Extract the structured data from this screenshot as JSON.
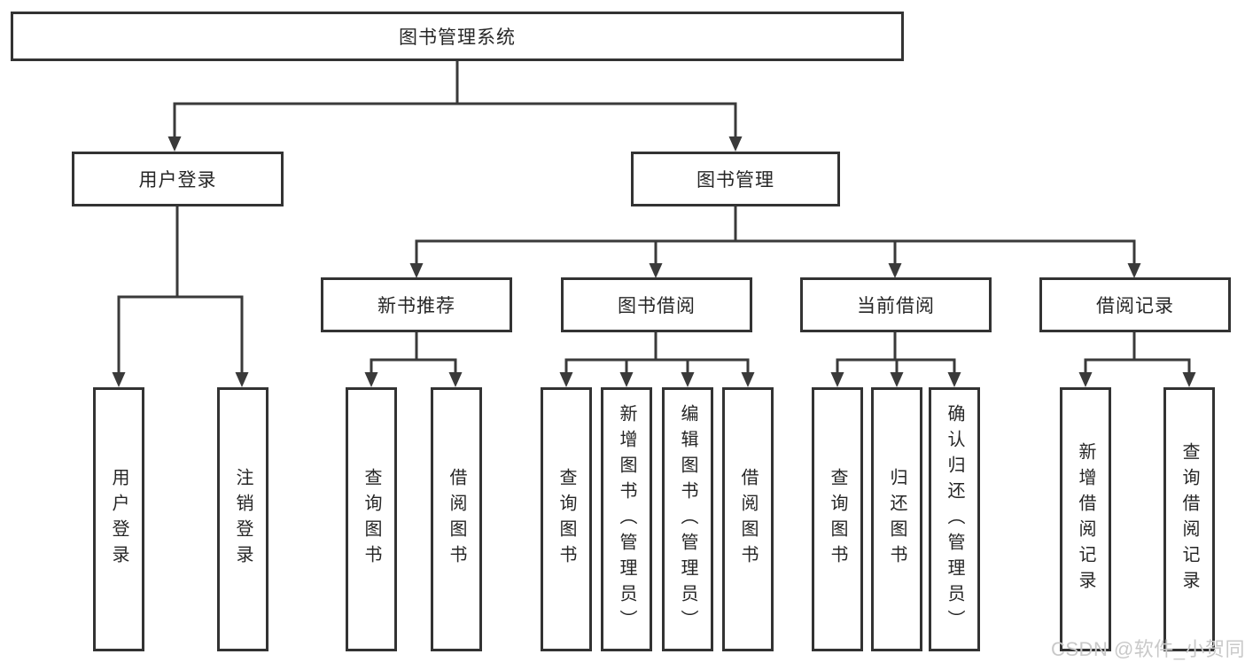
{
  "diagram_title": "图书管理系统",
  "tree": {
    "label": "图书管理系统",
    "children": [
      {
        "label": "用户登录",
        "children": [
          {
            "label": "用户登录"
          },
          {
            "label": "注销登录"
          }
        ]
      },
      {
        "label": "图书管理",
        "children": [
          {
            "label": "新书推荐",
            "children": [
              {
                "label": "查询图书"
              },
              {
                "label": "借阅图书"
              }
            ]
          },
          {
            "label": "图书借阅",
            "children": [
              {
                "label": "查询图书"
              },
              {
                "label": "新增图书（管理员）"
              },
              {
                "label": "编辑图书（管理员）"
              },
              {
                "label": "借阅图书"
              }
            ]
          },
          {
            "label": "当前借阅",
            "children": [
              {
                "label": "查询图书"
              },
              {
                "label": "归还图书"
              },
              {
                "label": "确认归还（管理员）"
              }
            ]
          },
          {
            "label": "借阅记录",
            "children": [
              {
                "label": "新增借阅记录"
              },
              {
                "label": "查询借阅记录"
              }
            ]
          }
        ]
      }
    ]
  },
  "watermark": "CSDN @软件_小贺同学",
  "colors": {
    "line": "#3a3a3a",
    "box_border": "#333333",
    "text": "#262626",
    "background": "#ffffff",
    "watermark": "#c9c9c9"
  }
}
